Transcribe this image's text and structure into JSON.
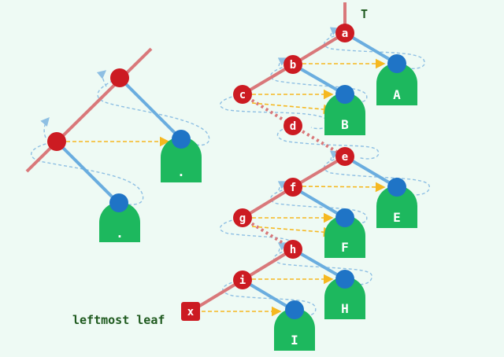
{
  "colors": {
    "background": "#eefaf4",
    "spine": "#d9787a",
    "child_edge": "#6aaddf",
    "red_node": "#cc1b22",
    "blue_node": "#1f74c6",
    "green_leaf": "#1db85e",
    "thread": "#f5b820",
    "traversal": "#8ebfe3",
    "label_text": "#1f5a1f"
  },
  "labels": {
    "root": "T",
    "leftmost": "leftmost leaf",
    "x": "x",
    "left_leaf1": ".",
    "left_leaf2": "."
  },
  "nodes": [
    {
      "id": "a",
      "label": "a",
      "leaf": "A"
    },
    {
      "id": "b",
      "label": "b",
      "leaf": ""
    },
    {
      "id": "c",
      "label": "c",
      "leaf": ""
    },
    {
      "id": "d",
      "label": "d",
      "leaf": ""
    },
    {
      "id": "e",
      "label": "e",
      "leaf": "E"
    },
    {
      "id": "f",
      "label": "f",
      "leaf": ""
    },
    {
      "id": "g",
      "label": "g",
      "leaf": ""
    },
    {
      "id": "h",
      "label": "h",
      "leaf": ""
    },
    {
      "id": "i",
      "label": "i",
      "leaf": ""
    }
  ],
  "leaves": [
    "A",
    "B",
    "E",
    "F",
    "H",
    "I"
  ]
}
